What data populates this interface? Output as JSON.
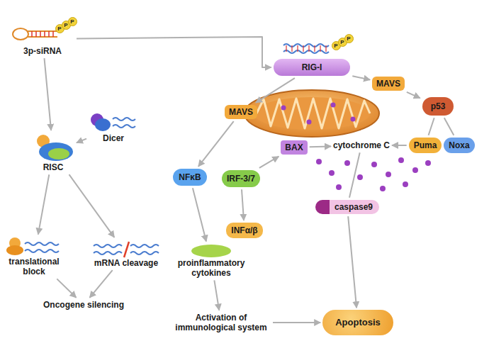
{
  "diagram": {
    "nodes": [
      {
        "text": [
          "3p-siRNA"
        ]
      },
      {
        "text": [
          "RIG-I"
        ]
      },
      {
        "text": [
          "Dicer"
        ]
      },
      {
        "text": [
          "RISC"
        ]
      },
      {
        "text": [
          "MAVS"
        ]
      },
      {
        "text": [
          "MAVS"
        ]
      },
      {
        "text": [
          "p53"
        ]
      },
      {
        "text": [
          "Noxa"
        ]
      },
      {
        "text": [
          "Puma"
        ]
      },
      {
        "text": [
          "cytochrome C"
        ]
      },
      {
        "text": [
          "BAX"
        ]
      },
      {
        "text": [
          "NFκB"
        ]
      },
      {
        "text": [
          "IRF-3/7"
        ]
      },
      {
        "text": [
          "INFα/β"
        ]
      },
      {
        "text": [
          "caspase9"
        ]
      },
      {
        "text": [
          "translational block"
        ]
      },
      {
        "text": [
          "mRNA cleavage"
        ]
      },
      {
        "text": [
          "proinflammatory cytokines"
        ]
      },
      {
        "text": [
          "Oncogene silencing"
        ]
      },
      {
        "text": [
          "Activation of immunological system"
        ]
      },
      {
        "text": [
          "Apoptosis"
        ]
      }
    ],
    "edges": [
      {
        "from": 0,
        "to": 1,
        "arrow": "to"
      },
      {
        "from": 0,
        "to": 3,
        "arrow": "to"
      },
      {
        "from": 2,
        "to": 3,
        "arrow": "to"
      },
      {
        "from": 3,
        "to": 15,
        "arrow": "to"
      },
      {
        "from": 3,
        "to": 16,
        "arrow": "to"
      },
      {
        "from": 15,
        "to": 18,
        "arrow": "to"
      },
      {
        "from": 16,
        "to": 18,
        "arrow": "to"
      },
      {
        "from": 1,
        "to": 4,
        "arrow": "to"
      },
      {
        "from": 1,
        "to": 5,
        "arrow": "to"
      },
      {
        "from": 5,
        "to": 6,
        "arrow": "to"
      },
      {
        "from": 4,
        "to": 11,
        "arrow": "to"
      },
      {
        "from": 12,
        "to": 10,
        "arrow": "to"
      },
      {
        "from": 10,
        "to": 9,
        "arrow": "to"
      },
      {
        "from": 6,
        "to": 8,
        "arrow": "none"
      },
      {
        "from": 6,
        "to": 7,
        "arrow": "none"
      },
      {
        "from": 8,
        "to": 9,
        "arrow": "to"
      },
      {
        "from": 11,
        "to": 17,
        "arrow": "to"
      },
      {
        "from": 12,
        "to": 13,
        "arrow": "to"
      },
      {
        "from": 9,
        "to": 14,
        "arrow": "none"
      },
      {
        "from": 14,
        "to": 20,
        "arrow": "to"
      },
      {
        "from": 17,
        "to": 19,
        "arrow": "to"
      },
      {
        "from": 19,
        "to": 20,
        "arrow": "to"
      }
    ],
    "labels": [
      "P",
      "P",
      "P",
      "P",
      "P",
      "P"
    ]
  }
}
